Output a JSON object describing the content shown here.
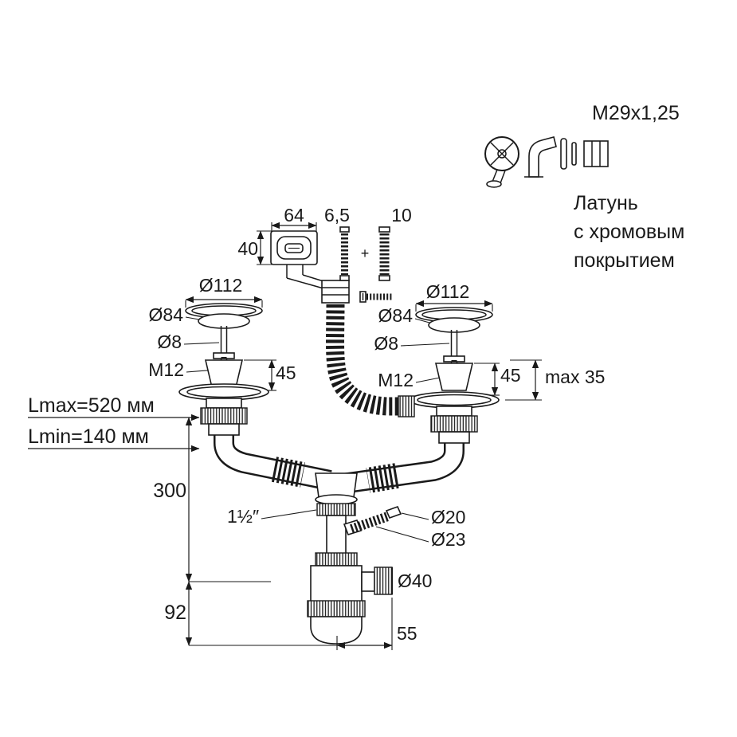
{
  "drawing": {
    "background": "#ffffff",
    "ink": "#1a1a1a"
  },
  "labels": {
    "thread_spec": "M29x1,25",
    "material_line1": "Латунь",
    "material_line2": "с хромовым",
    "material_line3": "покрытием",
    "overflow_width": "64",
    "overflow_height": "40",
    "hose_small": "6,5",
    "hose_large": "10",
    "plus": "+",
    "left": {
      "d112": "Ø112",
      "d84": "Ø84",
      "d8": "Ø8",
      "m12": "M12",
      "h45": "45"
    },
    "right": {
      "d112": "Ø112",
      "d84": "Ø84",
      "d8": "Ø8",
      "m12": "M12",
      "h45": "45",
      "max_deck": "max 35"
    },
    "lmax": "Lmax=520 мм",
    "lmin": "Lmin=140 мм",
    "total_height": "300",
    "outlet_thread": "1½″",
    "d20": "Ø20",
    "d23": "Ø23",
    "d40": "Ø40",
    "bottom_height": "92",
    "outlet_offset": "55"
  }
}
